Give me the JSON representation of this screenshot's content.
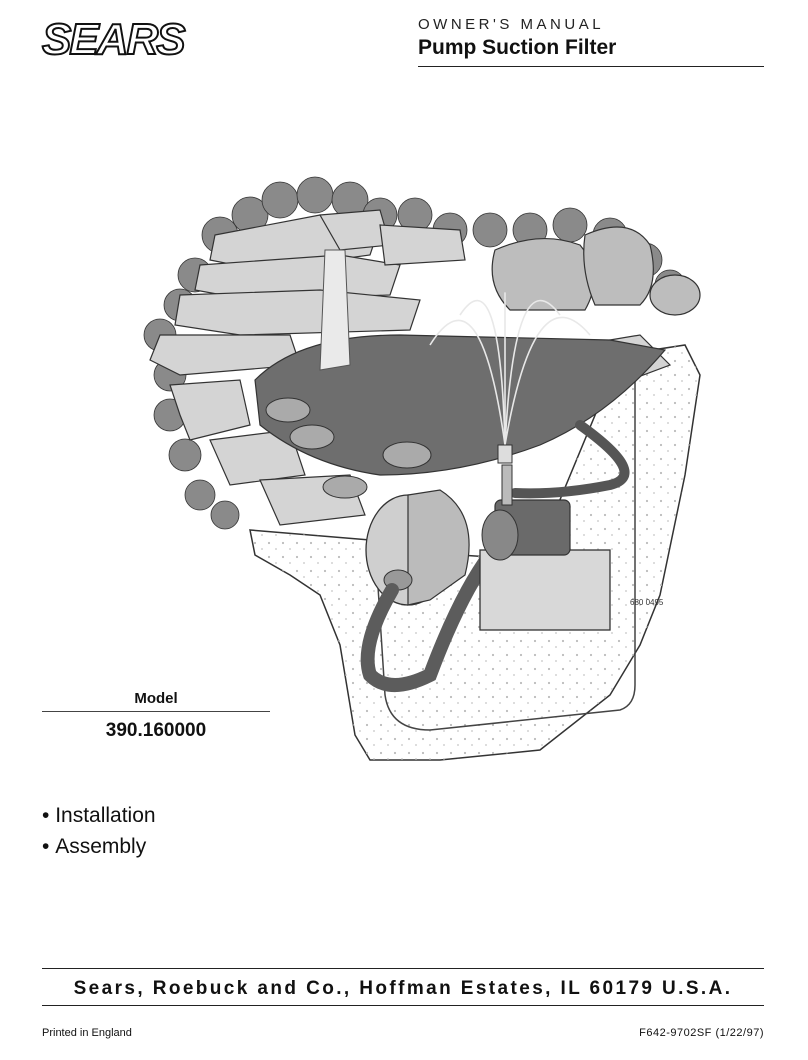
{
  "header": {
    "brand": "SEARS",
    "manual_label": "OWNER'S MANUAL",
    "product_title": "Pump Suction Filter"
  },
  "illustration": {
    "figure_code": "680 0495"
  },
  "model": {
    "label": "Model",
    "number": "390.160000"
  },
  "features": [
    "Installation",
    "Assembly"
  ],
  "footer": {
    "company": "Sears, Roebuck and Co., Hoffman Estates, IL 60179 U.S.A.",
    "printed": "Printed in England",
    "form_code": "F642-9702SF (1/22/97)"
  }
}
